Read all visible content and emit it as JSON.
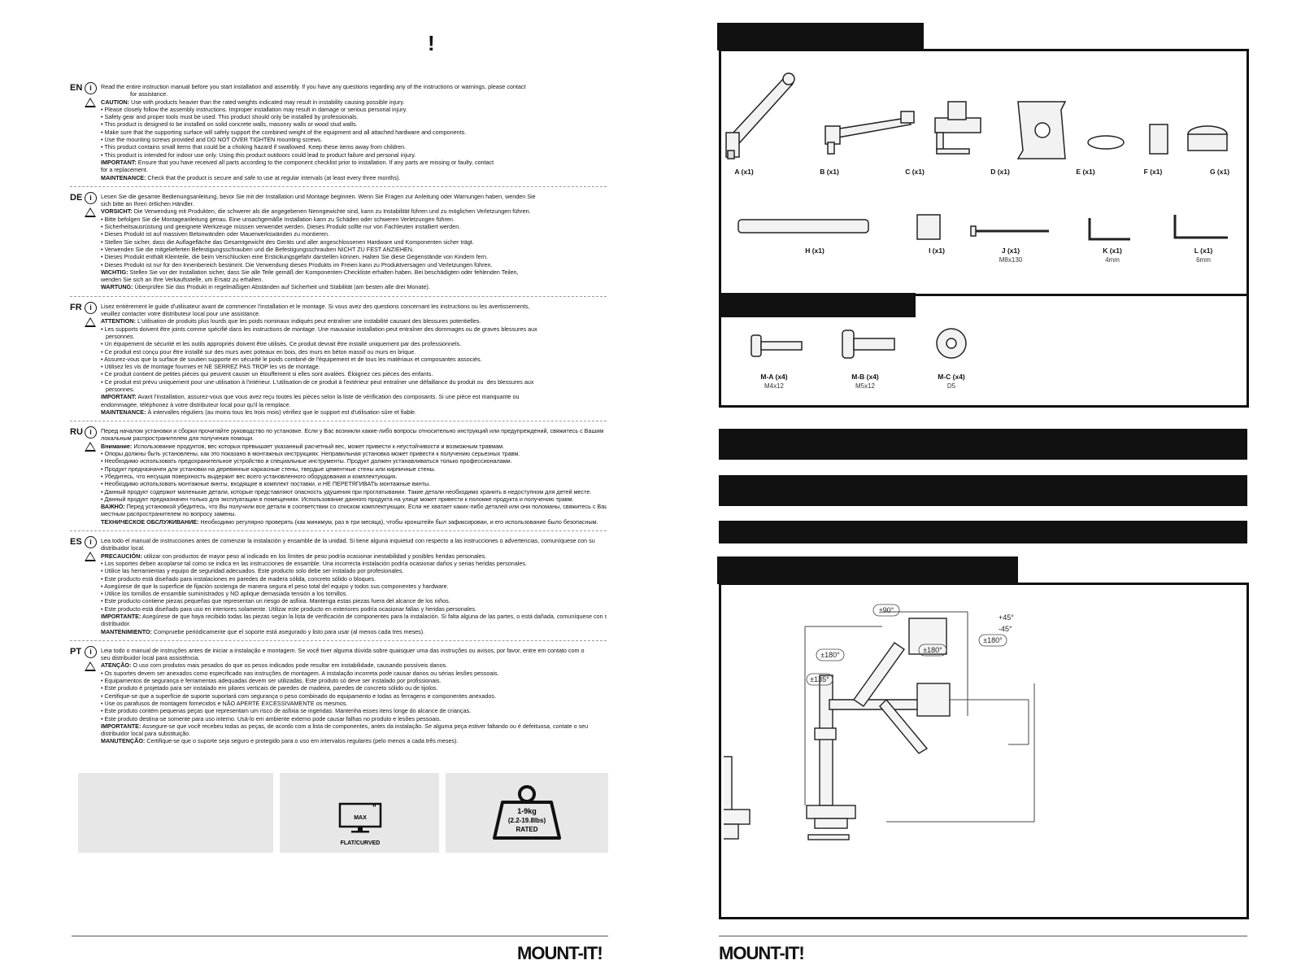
{
  "warning_title": "!",
  "languages": [
    {
      "code": "EN",
      "lines": [
        [
          "",
          "Read the entire instruction manual before you start installation and assembly. If you have any questions regarding any of the instructions or warnings, please contact"
        ],
        [
          "",
          "                  for assistance."
        ],
        [
          "CAUTION:",
          " Use with products heavier than the rated weights indicated may result in instability causing possible injury."
        ],
        [
          "",
          "• Please closely follow the assembly instructions. Improper installation may result in damage or serious personal injury."
        ],
        [
          "",
          "• Safety gear and proper tools must be used. This product should only be installed by professionals."
        ],
        [
          "",
          "• This product is designed to be installed on solid concrete walls, masonry walls or wood stud walls."
        ],
        [
          "",
          "• Make sure that the supporting surface will safely support the combined weight of the equipment and all attached hardware and components."
        ],
        [
          "",
          "• Use the mounting screws provided and DO NOT OVER TIGHTEN mounting screws."
        ],
        [
          "",
          "• This product contains small items that could be a choking hazard if swallowed. Keep these items away from children."
        ],
        [
          "",
          "• This product is intended for indoor use only. Using this product outdoors could lead to product failure and personal injury."
        ],
        [
          "IMPORTANT:",
          " Ensure that you have received all parts according to the component checklist prior to installation. If any parts are missing or faulty, contact"
        ],
        [
          "",
          "for a replacement."
        ],
        [
          "MAINTENANCE:",
          " Check that the product is secure and safe to use at regular intervals (at least every three months)."
        ]
      ]
    },
    {
      "code": "DE",
      "lines": [
        [
          "",
          "Lesen Sie die gesamte Bedienungsanleitung, bevor Sie mit der Installation und Montage beginnen. Wenn Sie Fragen zur Anleitung oder Warnungen haben, wenden Sie"
        ],
        [
          "",
          "sich bitte an Ihren örtlichen Händler."
        ],
        [
          "VORSICHT:",
          " Die Verwendung mit Produkten, die schwerer als die angegebenen Nenngewichte sind, kann zu Instabilität führen und zu möglichen Verletzungen führen."
        ],
        [
          "",
          "• Bitte befolgen Sie die Montageanleitung genau. Eine unsachgemäße Installation kann zu Schäden oder schweren Verletzungen führen."
        ],
        [
          "",
          "• Sicherheitsausrüstung und geeignete Werkzeuge müssen verwendet werden. Dieses Produkt sollte nur von Fachleuten installiert werden."
        ],
        [
          "",
          "• Dieses Produkt ist auf massiven Betonwänden oder Mauerwerkswänden zu montieren."
        ],
        [
          "",
          "• Stellen Sie sicher, dass die Auflagefläche das Gesamtgewicht des Geräts und aller angeschlossenen Hardware und Komponenten sicher trägt."
        ],
        [
          "",
          "• Verwenden Sie die mitgelieferten Befestigungsschrauben und die Befestigungsschrauben NICHT ZU FEST ANZIEHEN."
        ],
        [
          "",
          "• Dieses Produkt enthält Kleinteile, die beim Verschlucken eine Erstickungsgefahr darstellen können. Halten Sie diese Gegenstände von Kindern fern."
        ],
        [
          "",
          "• Dieses Produkt ist nur für den Innenbereich bestimmt. Die Verwendung dieses Produkts im Freien kann zu Produktversagen und Verletzungen führen."
        ],
        [
          "WICHTIG:",
          " Stellen Sie vor der Installation sicher, dass Sie alle Teile gemäß der Komponenten-Checkliste erhalten haben. Bei beschädigten oder fehlenden Teilen,"
        ],
        [
          "",
          "wenden Sie sich an Ihre Verkaufsstelle, um Ersatz zu erhalten."
        ],
        [
          "WARTUNG:",
          " Überprüfen Sie das Produkt in regelmäßigen Abständen auf Sicherheit und Stabilität (am besten alle drei Monate)."
        ]
      ]
    },
    {
      "code": "FR",
      "lines": [
        [
          "",
          "Lisez entièrement le guide d'utilisateur avant de commencer l'installation et le montage. Si vous avez des questions concernant les instructions ou les avertissements,"
        ],
        [
          "",
          "veuillez contacter votre distributeur local pour une assistance."
        ],
        [
          "ATTENTION:",
          " L'utilisation de produits plus lourds que les poids nominaux indiqués peut entraîner une instabilité causant des blessures potentielles."
        ],
        [
          "",
          "• Les supports doivent être joints comme spécifié dans les instructions de montage. Une mauvaise installation peut entraîner des dommages ou de graves blessures aux"
        ],
        [
          "",
          "   personnes."
        ],
        [
          "",
          "• Un équipement de sécurité et les outils appropriés doivent être utilisés. Ce produit devrait être installé uniquement par des professionnels."
        ],
        [
          "",
          "• Ce produit est conçu pour être installé sur des murs avec poteaux en bois, des murs en béton massif ou murs en brique."
        ],
        [
          "",
          "• Assurez-vous que la surface de soutien supporte en sécurité le poids combiné de l'équipement et de tous les matériaux et composantes associés."
        ],
        [
          "",
          "• Utilisez les vis de montage fournies et NE SERREZ PAS TROP les vis de montage."
        ],
        [
          "",
          "• Ce produit contient de petites pièces qui peuvent causer un étouffement si elles sont avalées. Éloignez ces pièces des enfants."
        ],
        [
          "",
          "• Ce produit est prévu uniquement pour une utilisation à l'intérieur. L'utilisation de ce produit à l'extérieur peut entraîner une défaillance du produit ou  des blessures aux"
        ],
        [
          "",
          "   personnes."
        ],
        [
          "IMPORTANT:",
          " Avant l'installation, assurez-vous que vous avez reçu toutes les pièces selon la liste de vérification des composants. Si une pièce est manquante ou"
        ],
        [
          "",
          "endommagée, téléphonez à votre distributeur local pour qu'il la remplace."
        ],
        [
          "MAINTENANCE:",
          " À intervalles réguliers (au moins tous les trois mois) vérifiez que le support est d'utilisation sûre et fiable."
        ]
      ]
    },
    {
      "code": "RU",
      "lines": [
        [
          "",
          "Перед началом установки и сборки прочитайте руководство по установке. Если у Вас возникли какие-либо вопросы относительно инструкций или предупреждений, свяжитесь с Вашим"
        ],
        [
          "",
          "локальным распространителем для получения помощи."
        ],
        [
          "Внимание:",
          " Использование продуктов, вес которых превышает указанный расчетный вес, может привести к неустойчивости и возможным травмам."
        ],
        [
          "",
          "• Опоры должны быть установлены, как это показано в монтажных инструкциях. Неправильная установка может привести к получению серьезных травм."
        ],
        [
          "",
          "• Необходимо использовать предохранительное устройство и специальные инструменты. Продукт должен устанавливаться только профессионалами."
        ],
        [
          "",
          "• Продукт предназначен для установки на деревянные каркасные стены, твердые цементные стены или кирпичные стены."
        ],
        [
          "",
          "• Убедитесь, что несущая поверхность выдержит вес всего установленного оборудования и комплектующих."
        ],
        [
          "",
          "• Необходимо использовать монтажные винты, входящие в комплект поставки, и НЕ ПЕРЕТЯГИВАТЬ монтажные винты."
        ],
        [
          "",
          "• Данный продукт содержит маленькие детали, которые представляют опасность удушения при проглатывании. Такие детали необходимо хранить в недоступном для детей месте."
        ],
        [
          "",
          "• Данный продукт предназначен только для эксплуатации в помещениях. Использование данного продукта на улице может привести к поломке продукта и получению травм."
        ],
        [
          "ВАЖНО:",
          " Перед установкой убедитесь, что Вы получили все детали в соответствии со списком комплектующих. Если не хватает каких-либо деталей или они поломаны, свяжитесь с Вашим"
        ],
        [
          "",
          "местным распространителем по вопросу замены."
        ],
        [
          "ТЕХНИЧЕСКОЕ ОБСЛУЖИВАНИЕ:",
          " Необходимо регулярно проверять (как минимум, раз в три месяца), чтобы кронштейн был зафиксирован, и его использование было безопасным."
        ]
      ]
    },
    {
      "code": "ES",
      "lines": [
        [
          "",
          "Lea todo el manual de instrucciones antes de comenzar la instalación y ensamble de la unidad. Si tiene alguna inquietud con respecto a las instrucciones o advertencias, comuníquese con su"
        ],
        [
          "",
          "distribuidor local."
        ],
        [
          "PRECAUCIÓN:",
          " utilizar con productos de mayor peso al indicado en los límites de peso podría ocasionar inestabilidad y posibles heridas personales."
        ],
        [
          "",
          "• Los soportes deben acoplarse tal como se indica en las instrucciones de ensamble. Una incorrecta instalación podría ocasionar daños y serias heridas personales."
        ],
        [
          "",
          "• Utilice las herramientas y equipo de seguridad adecuados. Este producto solo debe ser instalado por profesionales."
        ],
        [
          "",
          "• Este producto está diseñado para instalaciones en paredes de madera sólida, concreto sólido o bloques."
        ],
        [
          "",
          "• Asegúrese de que la superficie de fijación sostenga de manera segura el peso total del equipo y todos sus componentes y hardware."
        ],
        [
          "",
          "• Utilice los tornillos de ensamble suministrados y NO aplique demasiada tensión a los tornillos."
        ],
        [
          "",
          "• Este producto contiene piezas pequeñas que representan un riesgo de asfixia. Mantenga estas piezas fuera del alcance de los niños."
        ],
        [
          "",
          "• Este producto está diseñado para uso en interiores solamente. Utilizar este producto en exteriores podría ocasionar fallas y heridas personales."
        ],
        [
          "IMPORTANTE:",
          " Asegúrese de que haya recibido todas las piezas según la lista de verificación de componentes para la instalación. Si falta alguna de las partes, o está dañada, comuníquese con su"
        ],
        [
          "",
          "distribuidor."
        ],
        [
          "MANTENIMIENTO:",
          " Compruebe periódicamente que el soporte está asegurado y listo para usar (al menos cada tres meses)."
        ]
      ]
    },
    {
      "code": "PT",
      "lines": [
        [
          "",
          "Leia todo o manual de instruções antes de iniciar a instalação e montagem. Se você tiver alguma dúvida sobre quaisquer uma das instruções ou avisos, por favor, entre em contato com o"
        ],
        [
          "",
          "seu distribuidor local para assistência."
        ],
        [
          "ATENÇÃO:",
          " O uso com produtos mais pesados do que os pesos indicados pode resultar em instabilidade, causando possíveis danos."
        ],
        [
          "",
          "• Os suportes devem ser anexados como especificado nas instruções de montagem. A instalação incorreta pode causar danos ou sérias lesões pessoais."
        ],
        [
          "",
          "• Equipamentos de segurança e ferramentas adequadas devem ser utilizadas. Este produto só deve ser instalado por profissionais."
        ],
        [
          "",
          "• Este produto é projetado para ser instalado em pilares verticais de paredes de madeira, paredes de concreto sólido ou de tijolos."
        ],
        [
          "",
          "• Certifique-se que a superfície de suporte suportará com segurança o peso combinado do equipamento e todas as ferragens e componentes anexados."
        ],
        [
          "",
          "• Use os parafusos de montagem fornecidos e NÃO APERTE EXCESSIVAMENTE os mesmos."
        ],
        [
          "",
          "• Este produto contém pequenas peças que representam um risco de asfixia se ingeridas. Mantenha esses itens longe do alcance de crianças."
        ],
        [
          "",
          "• Este produto destina-se somente para uso interno. Usá-lo em ambiente externo pode causar falhas no produto e lesões pessoais."
        ],
        [
          "IMPORTANTE:",
          " Assegure-se que você recebeu todas as peças, de acordo com a lista de componentes, antes da instalação. Se alguma peça estiver faltando ou é defeituosa, contate o seu"
        ],
        [
          "",
          "distribuidor local para substituição."
        ],
        [
          "MANUTENÇÃO:",
          " Certifique-se que o suporte seja seguro e protegido para o uso em intervalos regulares (pelo menos a cada três meses)."
        ]
      ]
    }
  ],
  "spec_boxes": {
    "screen_max": "MAX",
    "screen_symbol": "\"",
    "screen_type": "FLAT/CURVED",
    "weight_range": "1-9kg",
    "weight_lbs": "(2.2-19.8lbs)",
    "weight_rated": "RATED"
  },
  "logo_text": "MOUNT-IT!",
  "parts_row1": [
    {
      "label": "A (x1)"
    },
    {
      "label": "B (x1)"
    },
    {
      "label": "C (x1)"
    },
    {
      "label": "D (x1)"
    },
    {
      "label": "E (x1)"
    },
    {
      "label": "F (x1)"
    },
    {
      "label": "G (x1)"
    }
  ],
  "parts_row2": [
    {
      "label": "H (x1)",
      "sub": ""
    },
    {
      "label": "I (x1)",
      "sub": ""
    },
    {
      "label": "J (x1)",
      "sub": "M8x130"
    },
    {
      "label": "K (x1)",
      "sub": "4mm"
    },
    {
      "label": "L (x1)",
      "sub": "6mm"
    }
  ],
  "hardware": [
    {
      "label": "M-A (x4)",
      "sub": "M4x12"
    },
    {
      "label": "M-B (x4)",
      "sub": "M5x12"
    },
    {
      "label": "M-C (x4)",
      "sub": "D5"
    }
  ],
  "diagram_labels": {
    "tilt90": "±90°",
    "rot180_top": "±180°",
    "rot180_mid": "±180°",
    "rot135": "±135°",
    "tilt_up": "+45°",
    "tilt_down": "-45°",
    "swivel180_right": "±180°"
  },
  "colors": {
    "ink": "#111111",
    "grey_box": "#e7e7e7"
  }
}
